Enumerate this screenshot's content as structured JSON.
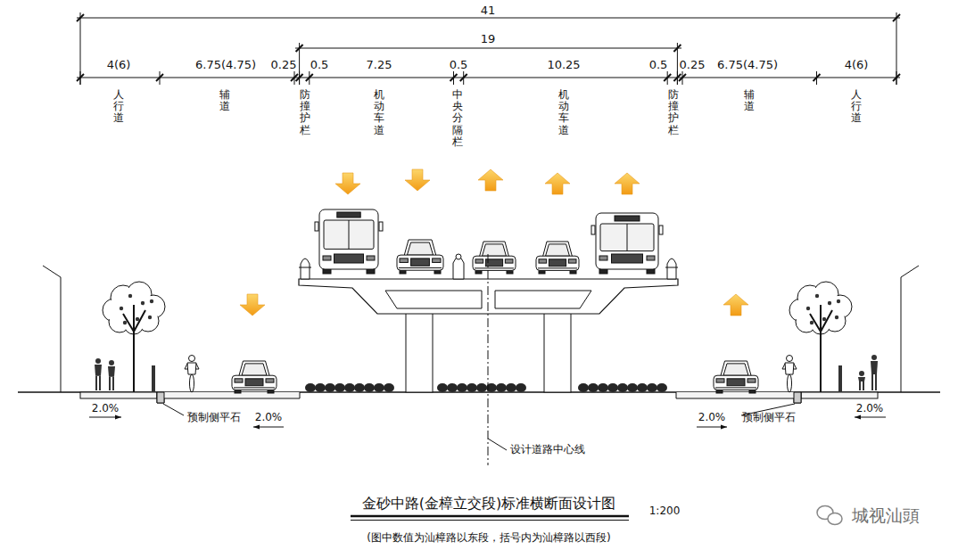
{
  "diagram": {
    "title": "金砂中路(金樟立交段)标准横断面设计图",
    "caption": "(图中数值为汕樟路以东段，括号内为汕樟路以西段)",
    "labels": [
      "41",
      "19",
      "4(6)",
      "6.75(4.75)",
      "0.25",
      "0.5",
      "7.25",
      "0.5",
      "10.25",
      "0.5",
      "0.25",
      "6.75(4.75)",
      "4(6)",
      "人行道",
      "辅道",
      "防撞护栏",
      "机动车道",
      "中央分隔栏",
      "机动车道",
      "防撞护栏",
      "辅道",
      "人行道",
      "2.0%",
      "预制侧平石",
      "2.0%",
      "2.0%",
      "预制侧平石",
      "2.0%",
      "设计道路中心线",
      "1:200",
      "城视汕頭"
    ]
  }
}
